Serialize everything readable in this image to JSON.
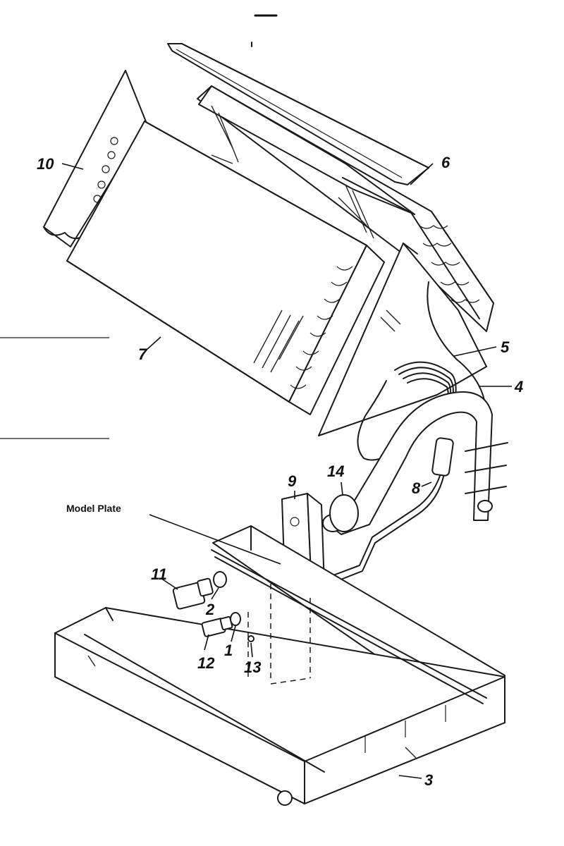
{
  "callouts": {
    "c1": "1",
    "c2": "2",
    "c3": "3",
    "c4": "4",
    "c5": "5",
    "c6": "6",
    "c7": "7",
    "c8": "8",
    "c9": "9",
    "c10": "10",
    "c11": "11",
    "c12": "12",
    "c13": "13",
    "c14": "14",
    "model_plate": "Model Plate"
  }
}
